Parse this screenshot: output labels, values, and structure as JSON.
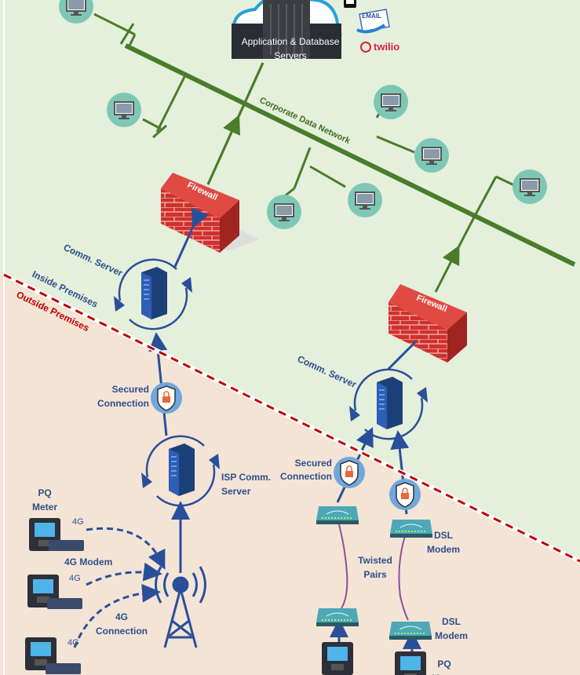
{
  "servers": {
    "label_line1": "Application & Database",
    "label_line2": "Servers"
  },
  "notifications": {
    "email_label": "EMAIL",
    "twilio_label": "twilio"
  },
  "network": {
    "label": "Corporate Data Network"
  },
  "firewall_label": "Firewall",
  "comm_server_label": "Comm. Server",
  "zones": {
    "inside": "Inside Premises",
    "outside": "Outside Premises"
  },
  "secured": {
    "line1": "Secured",
    "line2": "Connection"
  },
  "isp": {
    "line1": "ISP Comm.",
    "line2": "Server"
  },
  "meter": {
    "line1": "PQ",
    "line2": "Meter"
  },
  "modem_4g": "4G Modem",
  "badge_4g": "4G",
  "connection_4g": {
    "line1": "4G",
    "line2": "Connection"
  },
  "twisted": {
    "line1": "Twisted",
    "line2": "Pairs"
  },
  "dsl": {
    "line1": "DSL",
    "line2": "Modem"
  },
  "colors": {
    "inside_bg": "#e4f0dc",
    "outside_bg": "#f4e4d6",
    "network": "#4a7c2a",
    "blue": "#2a4f9a",
    "boundary": "#c00000",
    "firewall": "#d0312d"
  }
}
